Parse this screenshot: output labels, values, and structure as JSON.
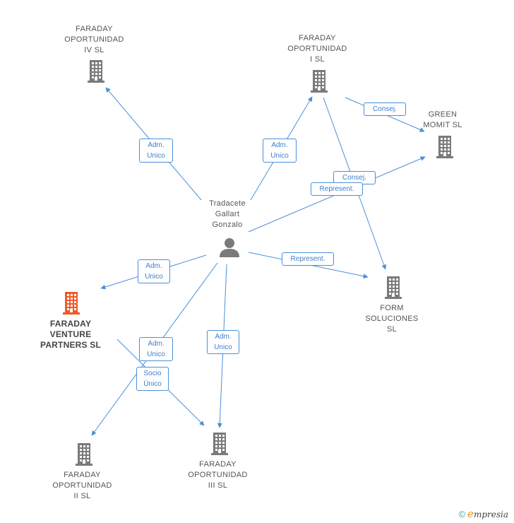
{
  "nodes": [
    {
      "id": "person",
      "label": "Tradacete\nGallart\nGonzalo",
      "kind": "person"
    },
    {
      "id": "fo4",
      "label": "FARADAY\nOPORTUNIDAD\nIV SL",
      "kind": "company"
    },
    {
      "id": "fo1",
      "label": "FARADAY\nOPORTUNIDAD\nI SL",
      "kind": "company"
    },
    {
      "id": "green",
      "label": "GREEN\nMOMIT SL",
      "kind": "company"
    },
    {
      "id": "form",
      "label": "FORM\nSOLUCIONES\nSL",
      "kind": "company"
    },
    {
      "id": "fvp",
      "label": "FARADAY\nVENTURE\nPARTNERS SL",
      "kind": "company-main"
    },
    {
      "id": "fo2",
      "label": "FARADAY\nOPORTUNIDAD\nII SL",
      "kind": "company"
    },
    {
      "id": "fo3",
      "label": "FARADAY\nOPORTUNIDAD\nIII SL",
      "kind": "company"
    }
  ],
  "edges": [
    {
      "id": "e1",
      "label": "Adm.\nUnico"
    },
    {
      "id": "e2",
      "label": "Adm.\nUnico"
    },
    {
      "id": "e3",
      "label": "Consej."
    },
    {
      "id": "e4",
      "label": "Consej."
    },
    {
      "id": "e5",
      "label": "Represent."
    },
    {
      "id": "e6",
      "label": "Represent."
    },
    {
      "id": "e7",
      "label": "Adm.\nUnico"
    },
    {
      "id": "e8",
      "label": "Adm.\nUnico"
    },
    {
      "id": "e9",
      "label": "Adm.\nUnico"
    },
    {
      "id": "e10",
      "label": "Socio\nÚnico"
    }
  ],
  "colors": {
    "edge": "#4a8fd9",
    "company_icon": "#7a7a7a",
    "main_company_icon": "#f05a28",
    "person_icon": "#7a7a7a"
  },
  "footer": {
    "copyright": "©",
    "brand_initial": "e",
    "brand_rest": "mpresia"
  }
}
